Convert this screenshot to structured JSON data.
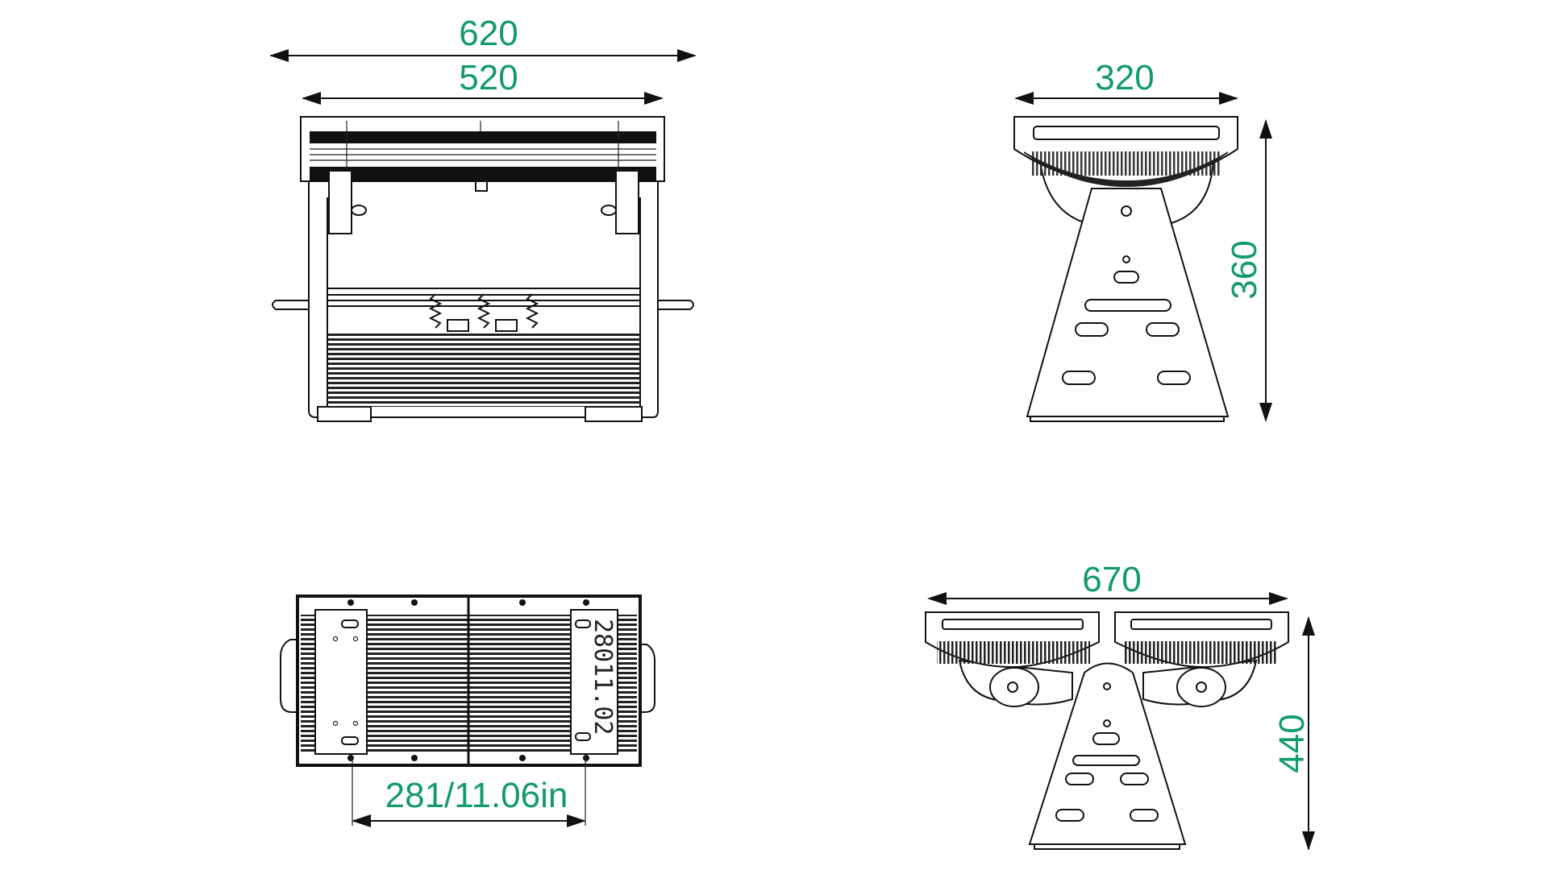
{
  "views": {
    "front": {
      "width_overall": "620",
      "width_body": "520"
    },
    "side": {
      "width": "320",
      "height": "360"
    },
    "bottom": {
      "mounting_spacing": "281/11.06in",
      "part_number": "28011.02"
    },
    "double_side": {
      "width": "670",
      "height": "440"
    }
  },
  "colors": {
    "dimension_text": "#129a6e",
    "line": "#111111"
  }
}
